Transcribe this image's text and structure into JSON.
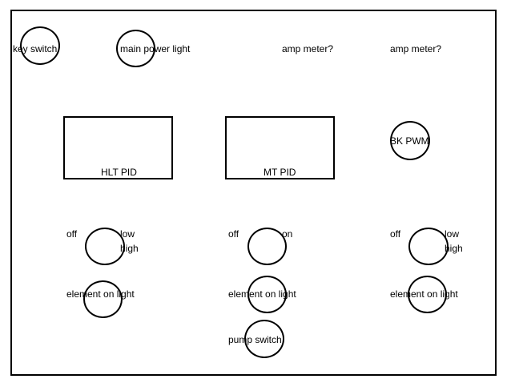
{
  "colors": {
    "stroke": "#000000",
    "background": "#ffffff"
  },
  "labels": {
    "key_switch": "key switch",
    "main_power_light": "main power light",
    "amp_meter_1": "amp meter?",
    "amp_meter_2": "amp meter?",
    "hlt_pid": "HLT PID",
    "mt_pid": "MT PID",
    "bk_pwm": "BK PWM",
    "switch1": {
      "off": "off",
      "low": "low",
      "high": "high"
    },
    "switch2": {
      "off": "off",
      "on": "on"
    },
    "switch3": {
      "off": "off",
      "low": "low",
      "high": "high"
    },
    "element_light_1": "element on light",
    "element_light_2": "element on light",
    "element_light_3": "element on light",
    "pump_switch": "pump switch"
  }
}
